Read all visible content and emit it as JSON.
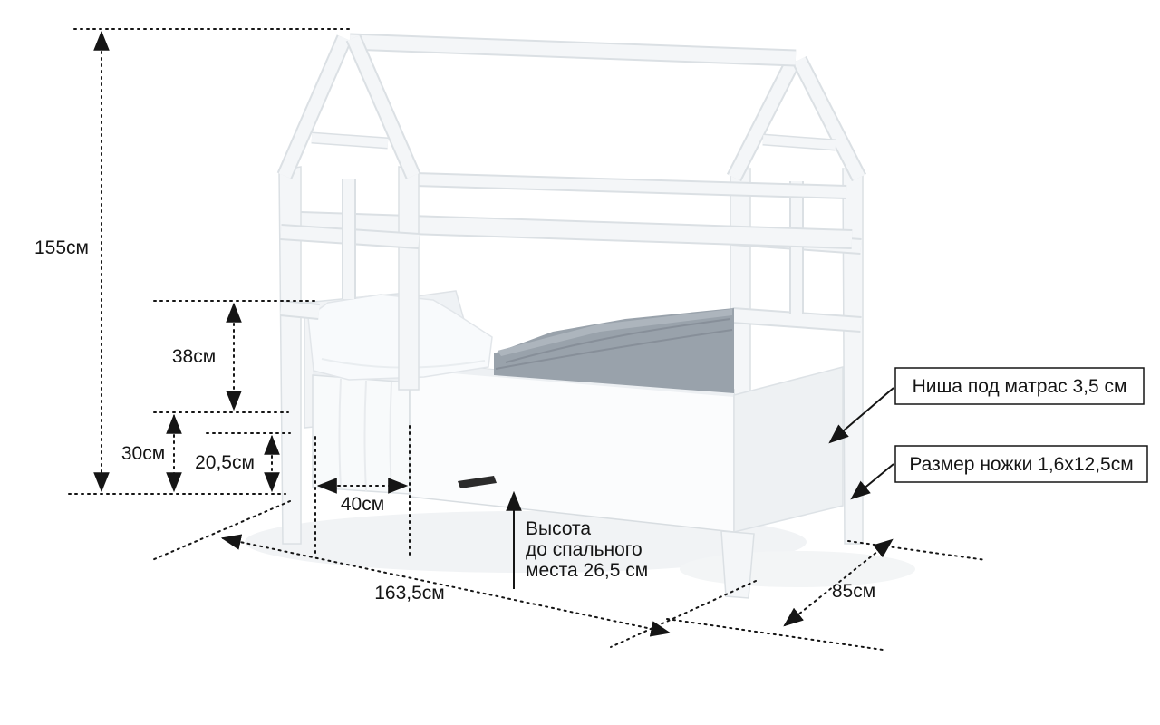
{
  "diagram": {
    "type": "dimension-drawing",
    "subject": "house-frame children's bed",
    "labels": {
      "total_height": "155см",
      "barrier_height": "38см",
      "leg_clearance": "30см",
      "side_panel": "20,5см",
      "opening_width": "40см",
      "bed_length": "163,5см",
      "bed_depth": "85см",
      "sleep_height_line1": "Высота",
      "sleep_height_line2": "до спального",
      "sleep_height_line3": "места 26,5 см",
      "mattress_niche": "Ниша под матрас 3,5 см",
      "leg_size": "Размер ножки 1,6х12,5см"
    },
    "colors": {
      "background": "#ffffff",
      "dimension_lines": "#151515",
      "bed_face": "#f4f6f8",
      "bed_edge": "#dbe0e4",
      "blanket": "#99a2ab"
    }
  }
}
